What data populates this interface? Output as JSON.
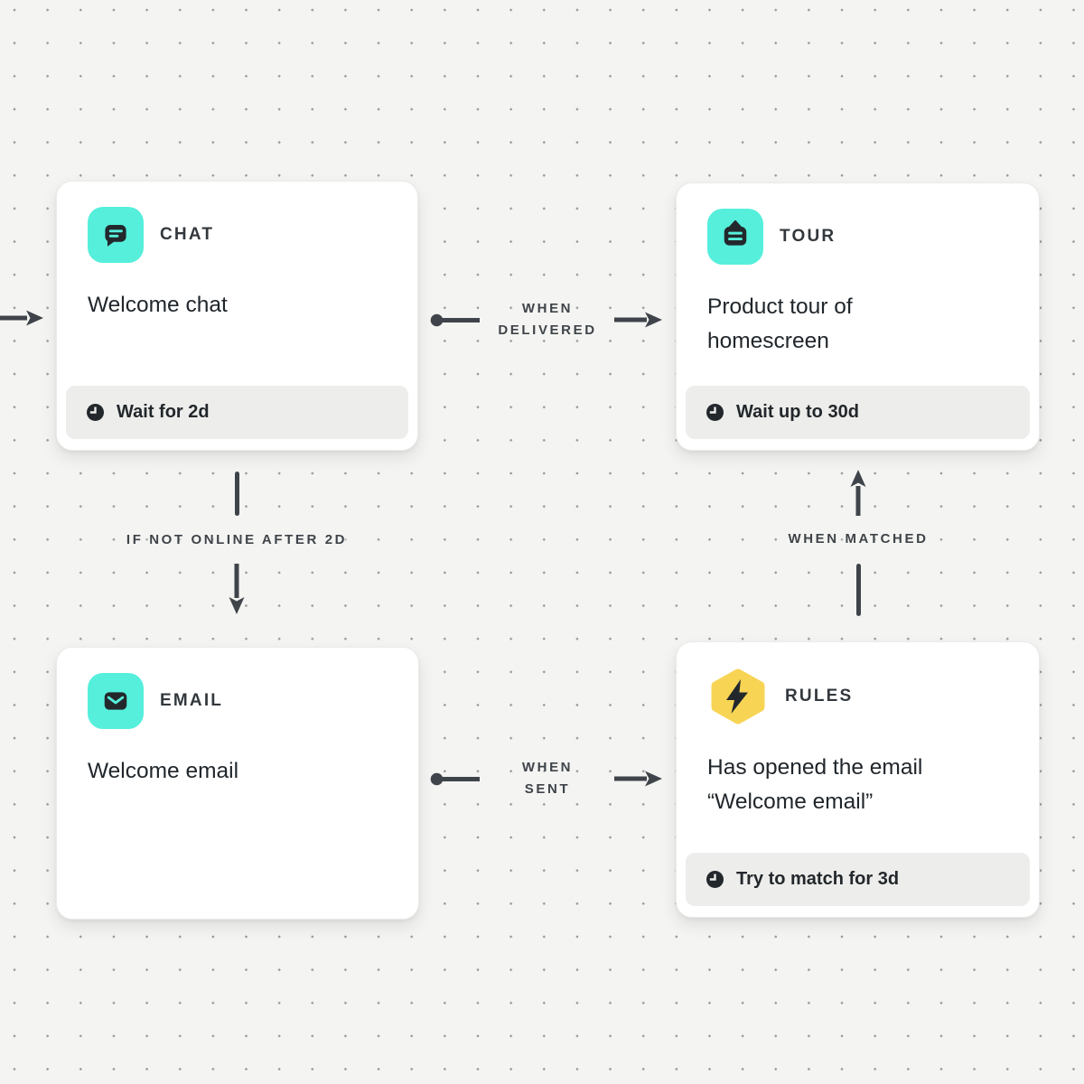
{
  "canvas": {
    "kind": "workflow-diagram",
    "background_color": "#F4F4F2",
    "dot_grid_color": "#9B9B9B",
    "connector_color": "#3F444A"
  },
  "colors": {
    "node_icon_teal": "#55EFDB",
    "node_icon_yellow": "#F8D455",
    "icon_glyph_ink": "#23282C",
    "card_background": "#FFFFFF",
    "footer_background": "#EDEDEB",
    "title_text": "#20262B",
    "type_text": "#33383D"
  },
  "nodes": {
    "chat": {
      "type": "CHAT",
      "title": "Welcome chat",
      "footer": "Wait for 2d",
      "icon": "chat-bubble-icon",
      "icon_color": "#55EFDB"
    },
    "tour": {
      "type": "TOUR",
      "title": "Product tour of homescreen",
      "footer": "Wait up to 30d",
      "icon": "tour-signpost-icon",
      "icon_color": "#55EFDB"
    },
    "email": {
      "type": "EMAIL",
      "title": "Welcome email",
      "icon": "envelope-icon",
      "icon_color": "#55EFDB"
    },
    "rules": {
      "type": "RULES",
      "title": "Has opened the email “Welcome email”",
      "footer": "Try to match for 3d",
      "icon": "lightning-bolt-icon",
      "icon_color": "#F8D455"
    }
  },
  "connectors": {
    "entry": {
      "label": "",
      "from": "offscreen-left",
      "to": "chat",
      "direction": "right"
    },
    "when_delivered": {
      "label": "WHEN\nDELIVERED",
      "from": "chat",
      "to": "tour",
      "direction": "right"
    },
    "if_not_online": {
      "label": "IF NOT ONLINE AFTER 2D",
      "from": "chat",
      "to": "email",
      "direction": "down"
    },
    "when_sent": {
      "label": "WHEN\nSENT",
      "from": "email",
      "to": "rules",
      "direction": "right"
    },
    "when_matched": {
      "label": "WHEN MATCHED",
      "from": "rules",
      "to": "tour",
      "direction": "up"
    }
  }
}
